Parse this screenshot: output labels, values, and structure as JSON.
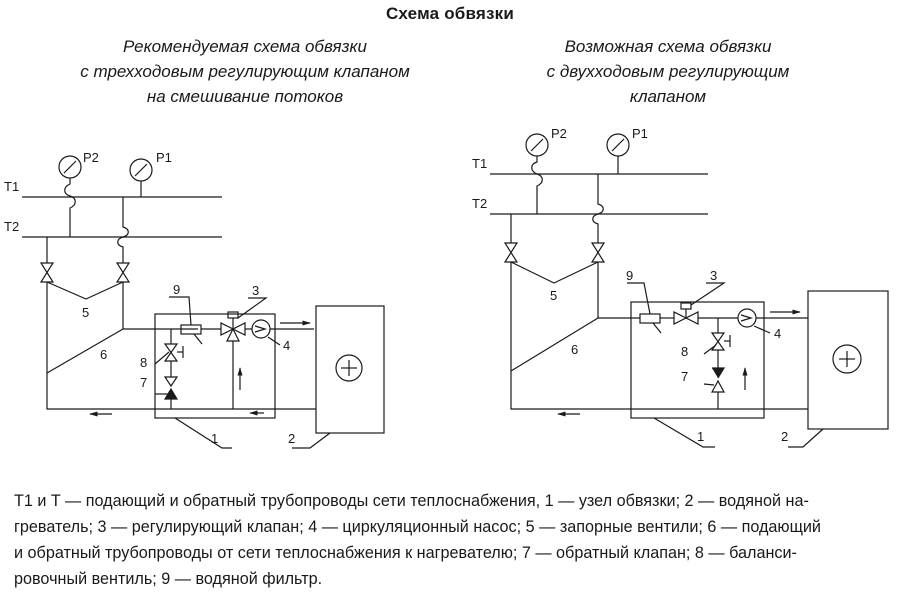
{
  "title": "Схема обвязки",
  "left_subtitle": [
    "Рекомендуемая схема обвязки",
    "с трехходовым регулирующим клапаном",
    "на смешивание потоков"
  ],
  "right_subtitle": [
    "Возможная схема обвязки",
    "с двухходовым регулирующим",
    "клапаном"
  ],
  "labels": {
    "T1": "T1",
    "T2": "T2",
    "P1": "P1",
    "P2": "P2",
    "n1": "1",
    "n2": "2",
    "n3": "3",
    "n4": "4",
    "n5": "5",
    "n6": "6",
    "n7": "7",
    "n8": "8",
    "n9": "9"
  },
  "caption": [
    "T1 и T — подающий и обратный трубопроводы сети теплоснабжения, 1 — узел обвязки; 2 — водяной на-",
    "греватель; 3 — регулирующий клапан; 4 — циркуляционный насос; 5 — запорные вентили; 6 — подающий",
    "и обратный трубопроводы от сети теплоснабжения к нагревателю; 7 — обратный клапан; 8 — баланси-",
    "ровочный вентиль; 9 — водяной фильтр."
  ]
}
